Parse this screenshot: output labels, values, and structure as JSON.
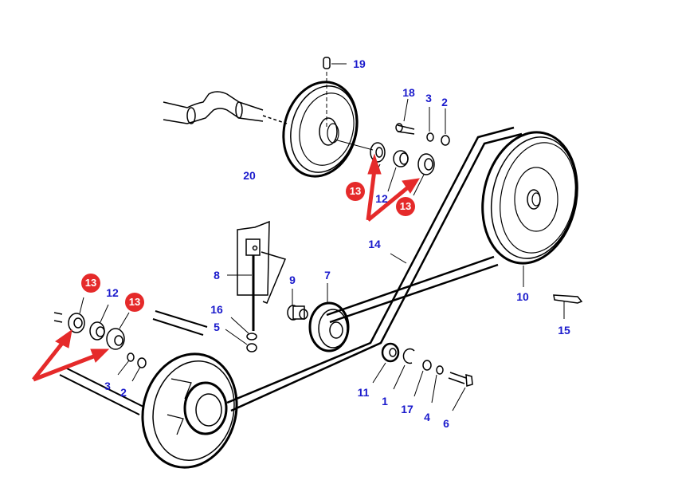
{
  "diagram": {
    "type": "exploded parts diagram",
    "subject": "belt drive assembly with pulleys, belt, tensioner and bearings",
    "colors": {
      "callout_text": "#1a1acc",
      "highlight": "#e52a2a",
      "line_art": "#000000",
      "background": "#ffffff"
    },
    "callouts": [
      {
        "id": "c19",
        "label": "19",
        "part": "pin"
      },
      {
        "id": "c18",
        "label": "18",
        "part": "bolt"
      },
      {
        "id": "c3a",
        "label": "3",
        "part": "lock washer"
      },
      {
        "id": "c2a",
        "label": "2",
        "part": "nut"
      },
      {
        "id": "c20",
        "label": "20",
        "part": "drive pulley"
      },
      {
        "id": "c12a",
        "label": "12",
        "part": "bearing"
      },
      {
        "id": "c14",
        "label": "14",
        "part": "v-belt"
      },
      {
        "id": "c8",
        "label": "8",
        "part": "tensioner rod"
      },
      {
        "id": "c9",
        "label": "9",
        "part": "spacer"
      },
      {
        "id": "c7",
        "label": "7",
        "part": "idler pulley"
      },
      {
        "id": "c10",
        "label": "10",
        "part": "large pulley"
      },
      {
        "id": "c16",
        "label": "16",
        "part": "washer"
      },
      {
        "id": "c5",
        "label": "5",
        "part": "nut"
      },
      {
        "id": "c12b",
        "label": "12",
        "part": "bearing"
      },
      {
        "id": "c15",
        "label": "15",
        "part": "key"
      },
      {
        "id": "c3b",
        "label": "3",
        "part": "lock washer"
      },
      {
        "id": "c2b",
        "label": "2",
        "part": "nut"
      },
      {
        "id": "c11",
        "label": "11",
        "part": "bearing"
      },
      {
        "id": "c1",
        "label": "1",
        "part": "circlip"
      },
      {
        "id": "c17",
        "label": "17",
        "part": "washer"
      },
      {
        "id": "c4",
        "label": "4",
        "part": "lock washer"
      },
      {
        "id": "c6",
        "label": "6",
        "part": "bolt"
      }
    ],
    "highlighted": [
      {
        "id": "h13a",
        "label": "13",
        "part": "bearing flange"
      },
      {
        "id": "h13b",
        "label": "13",
        "part": "bearing flange"
      },
      {
        "id": "h13c",
        "label": "13",
        "part": "bearing flange"
      },
      {
        "id": "h13d",
        "label": "13",
        "part": "bearing flange"
      }
    ]
  }
}
